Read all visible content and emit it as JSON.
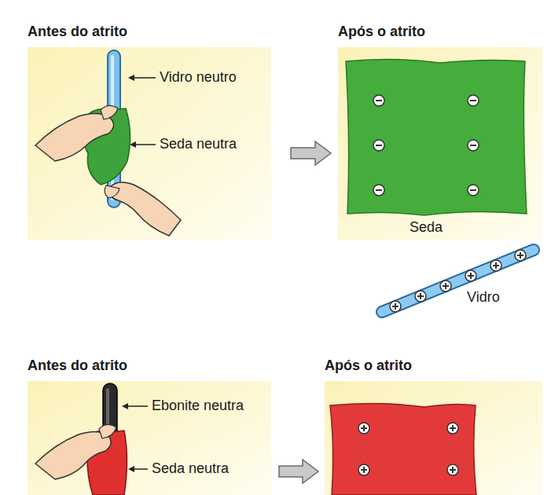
{
  "diagram": {
    "nodes": [
      {
        "text": [
          "Antes do atrito"
        ]
      },
      {
        "text": [
          "Após o atrito"
        ]
      },
      {
        "text": [
          "Antes do atrito"
        ]
      },
      {
        "text": [
          "Após o atrito"
        ]
      }
    ],
    "edges": [
      {
        "from": 0,
        "to": 1,
        "arrow": "to"
      },
      {
        "from": 2,
        "to": 3,
        "arrow": "to"
      }
    ],
    "labels": [
      "Vidro neutro",
      "Seda neutra",
      "Seda",
      "Vidro",
      "Ebonite neutra",
      "Seda neutra"
    ]
  }
}
